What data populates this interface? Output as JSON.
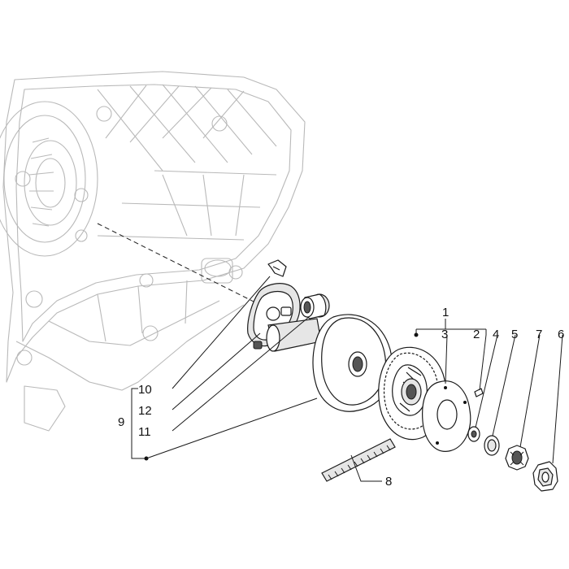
{
  "callouts": {
    "c1": "1",
    "c2": "2",
    "c3": "3",
    "c4": "4",
    "c5": "5",
    "c6": "6",
    "c7": "7",
    "c8": "8",
    "c9": "9",
    "c10": "10",
    "c11": "11",
    "c12": "12"
  },
  "colors": {
    "ink": "#1a1a1a",
    "ghost": "#b9b9b9",
    "background": "#ffffff"
  }
}
